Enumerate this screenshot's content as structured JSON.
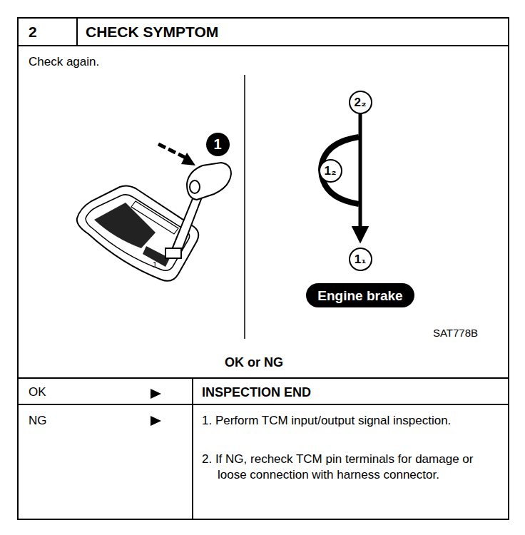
{
  "diagram": {
    "nodes": [
      {
        "text": [
          "1"
        ]
      },
      {
        "text": [
          "2₂"
        ]
      },
      {
        "text": [
          "1₂"
        ]
      },
      {
        "text": [
          "1₁"
        ]
      },
      {
        "text": [
          "Engine brake"
        ]
      }
    ],
    "edges": [
      {
        "from": 1,
        "to": 3,
        "arrow": "to"
      }
    ],
    "labels": [
      "2",
      "CHECK SYMPTOM",
      "Check again.",
      "1",
      "SAT778B",
      "OK or NG",
      "OK",
      "INSPECTION END",
      "NG",
      "1. Perform TCM input/output signal inspection.",
      "2. If NG, recheck TCM pin terminals for damage or loose connection with harness connector."
    ]
  }
}
